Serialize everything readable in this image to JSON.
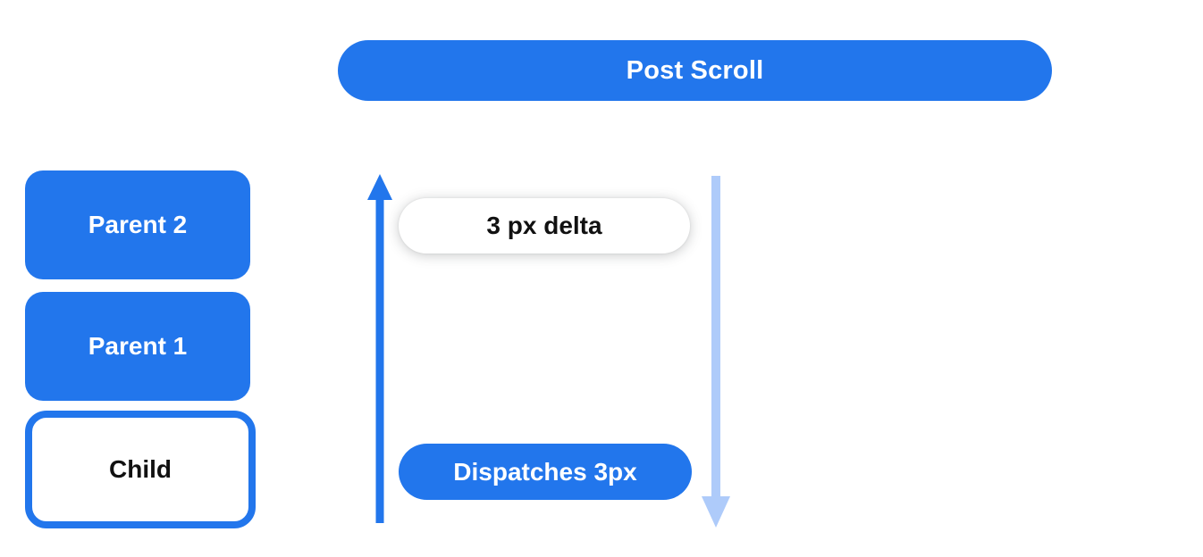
{
  "colors": {
    "primary-blue": "#2276EC",
    "light-blue": "#AECBFA",
    "label-on-blue": "#FFFFFF",
    "label-dark": "#111111",
    "canvas-bg": "#FFFFFF"
  },
  "header": {
    "title": "Post Scroll"
  },
  "hierarchy": {
    "boxes": [
      {
        "label": "Parent 2",
        "variant": "filled"
      },
      {
        "label": "Parent 1",
        "variant": "filled"
      },
      {
        "label": "Child",
        "variant": "outlined"
      }
    ]
  },
  "flow": {
    "delta_label": "3 px delta",
    "dispatch_label": "Dispatches 3px",
    "up_arrow_icon": "arrow-up",
    "down_arrow_icon": "arrow-down"
  }
}
